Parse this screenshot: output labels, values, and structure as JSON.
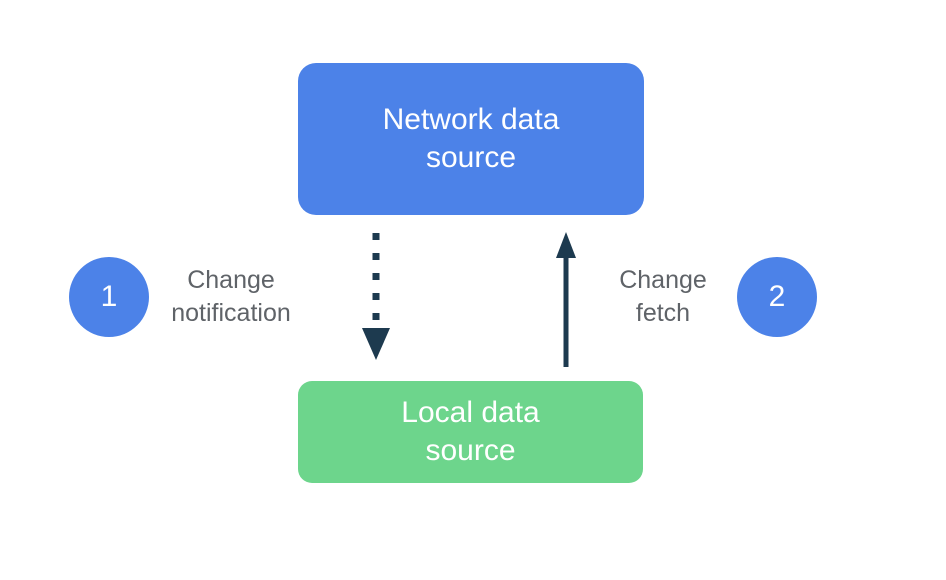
{
  "diagram": {
    "nodes": {
      "network": {
        "label": "Network data source",
        "fill": "#4C82E8",
        "text_color": "#FFFFFF"
      },
      "local": {
        "label": "Local data source",
        "fill": "#6DD58C",
        "text_color": "#FFFFFF"
      }
    },
    "steps": [
      {
        "number": "1",
        "label": "Change notification",
        "arrow_style": "dotted",
        "arrow_direction": "down"
      },
      {
        "number": "2",
        "label": "Change fetch",
        "arrow_style": "solid",
        "arrow_direction": "up"
      }
    ],
    "colors": {
      "badge": "#4C82E8",
      "arrow": "#1D3A4F",
      "step_label_text": "#5F6368",
      "background": "#FFFFFF"
    }
  }
}
